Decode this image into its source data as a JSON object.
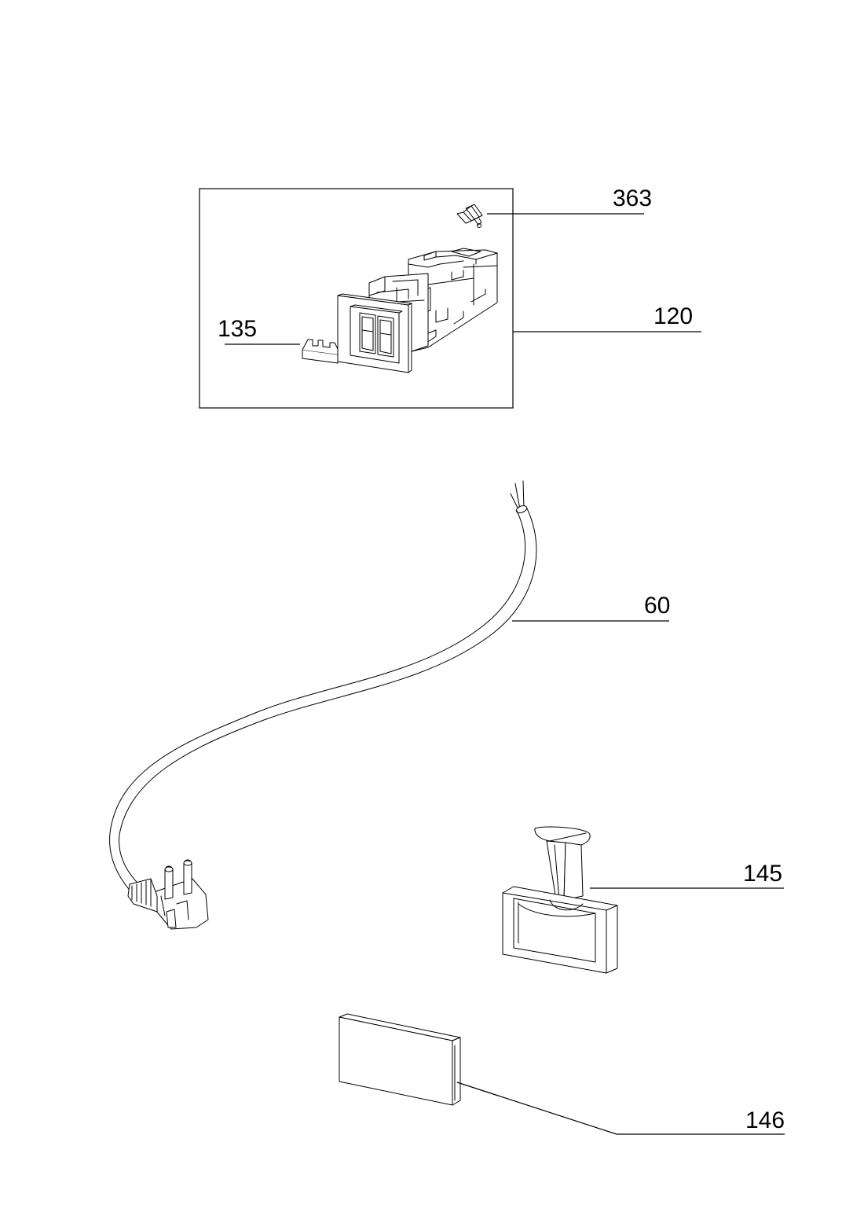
{
  "diagram": {
    "callouts": [
      {
        "id": "363",
        "label": "363",
        "target": "clip"
      },
      {
        "id": "120",
        "label": "120",
        "target": "switch-assembly"
      },
      {
        "id": "135",
        "label": "135",
        "target": "switch-bracket"
      },
      {
        "id": "60",
        "label": "60",
        "target": "power-cord"
      },
      {
        "id": "145",
        "label": "145",
        "target": "holder"
      },
      {
        "id": "146",
        "label": "146",
        "target": "cover-plate"
      }
    ]
  }
}
